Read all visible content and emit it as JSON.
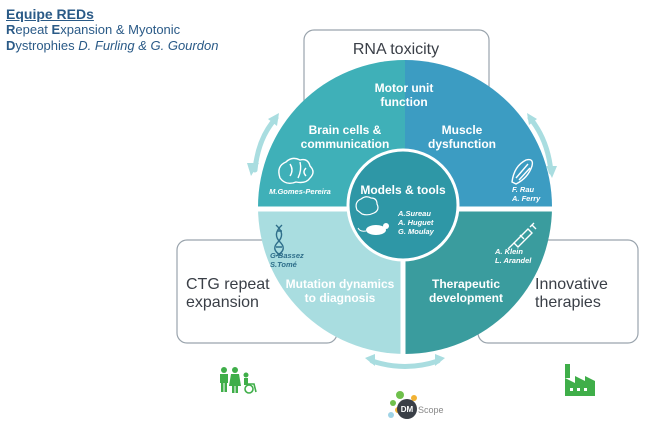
{
  "header": {
    "team": "Equipe REDs",
    "line1_initial": "R",
    "line1_rest_a": "epeat ",
    "line1_mid": "E",
    "line1_rest_b": "xpansion & Myotonic",
    "line2_initial": "D",
    "line2_rest": "ystrophies ",
    "line2_authors": "D. Furling & G. Gourdon"
  },
  "boxes": {
    "rna": "RNA toxicity",
    "ctg_1": "CTG repeat",
    "ctg_2": "expansion",
    "innov_1": "Innovative",
    "innov_2": "therapies"
  },
  "center": {
    "title": "Models & tools",
    "names": [
      "A.Sureau",
      "A. Huguet",
      "G. Moulay"
    ]
  },
  "segments": {
    "motor_1": "Motor unit",
    "motor_2": "function",
    "brain_1": "Brain cells &",
    "brain_2": "communication",
    "brain_name": "M.Gomes-Pereira",
    "muscle_1": "Muscle",
    "muscle_2": "dysfunction",
    "muscle_names": [
      "F. Rau",
      "A. Ferry"
    ],
    "mutation_1": "Mutation dynamics",
    "mutation_2": "to diagnosis",
    "mutation_names": [
      "G Bassez",
      "S.Tomé"
    ],
    "thera_1": "Therapeutic",
    "thera_2": "development",
    "thera_names": [
      "A. Klein",
      "L. Arandel"
    ]
  },
  "logo": {
    "dm": "DM",
    "scope": "Scope"
  },
  "colors": {
    "teal_left": "#3fb0b8",
    "teal_right": "#3c9cc2",
    "light_teal": "#a9dde0",
    "dark_teal": "#3a9c9e",
    "box_border": "#9aa4ad",
    "arrow": "#a9dde0",
    "green": "#3fae49",
    "text_dark": "#3a3f47",
    "header_blue": "#2a5a87"
  },
  "icons": [
    "brain-icon",
    "muscle-icon",
    "dna-icon",
    "syringe-icon",
    "mouse-icon",
    "family-icon",
    "factory-icon",
    "dmscope-logo-icon"
  ]
}
